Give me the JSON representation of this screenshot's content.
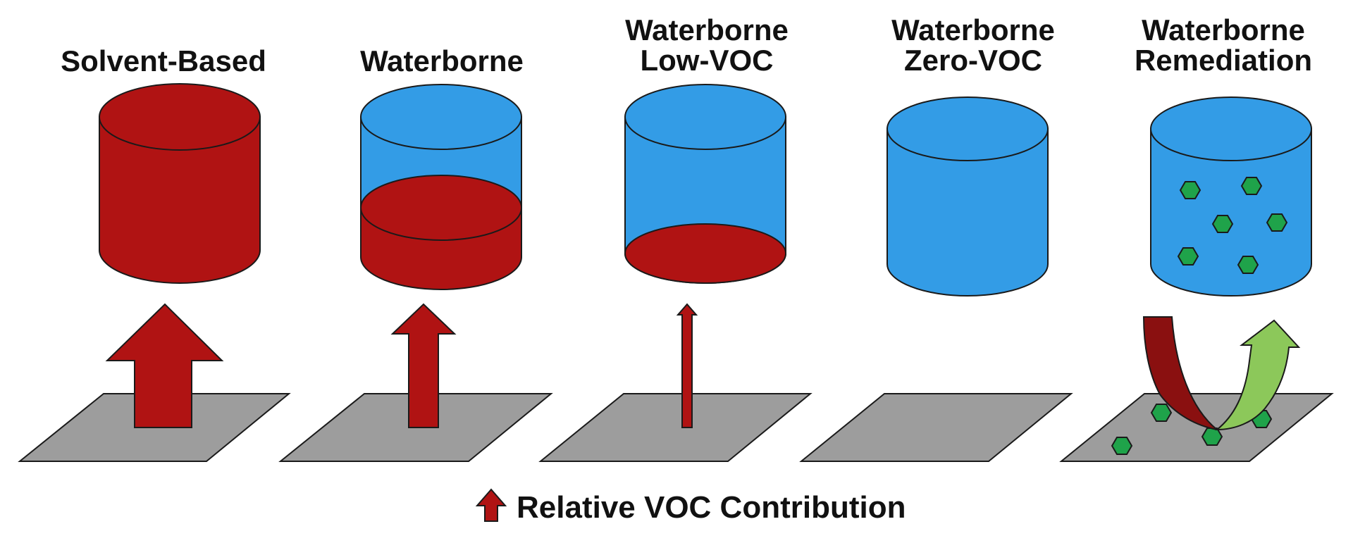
{
  "colors": {
    "solvent_red": "#b01313",
    "solvent_red_dark": "#8a1010",
    "water_blue": "#339ce6",
    "surface_gray": "#9d9d9d",
    "remediation_green": "#1fa34a",
    "release_green": "#8cc85a",
    "outline": "#1a1a1a"
  },
  "panels": [
    {
      "id": "solvent-based",
      "title_lines": [
        "Solvent-Based"
      ],
      "solvent_fill": 1.0,
      "voc_contribution": "high"
    },
    {
      "id": "waterborne",
      "title_lines": [
        "Waterborne"
      ],
      "solvent_fill": 0.5,
      "voc_contribution": "medium"
    },
    {
      "id": "waterborne-low-voc",
      "title_lines": [
        "Waterborne",
        "Low-VOC"
      ],
      "solvent_fill": 0.0,
      "voc_contribution": "low"
    },
    {
      "id": "waterborne-zero-voc",
      "title_lines": [
        "Waterborne",
        "Zero-VOC"
      ],
      "solvent_fill": 0.0,
      "voc_contribution": "none"
    },
    {
      "id": "waterborne-remediation",
      "title_lines": [
        "Waterborne",
        "Remediation"
      ],
      "solvent_fill": 0.0,
      "voc_contribution": "remediation"
    }
  ],
  "icons": {
    "container": "cylinder-icon",
    "surface": "surface-plane-icon",
    "voc_arrow": "up-arrow-icon",
    "particle": "hexagon-particle-icon",
    "capture_arrow": "u-turn-arrow-icon"
  },
  "legend": {
    "label": "Relative VOC Contribution",
    "icon": "red-up-arrow-icon"
  }
}
